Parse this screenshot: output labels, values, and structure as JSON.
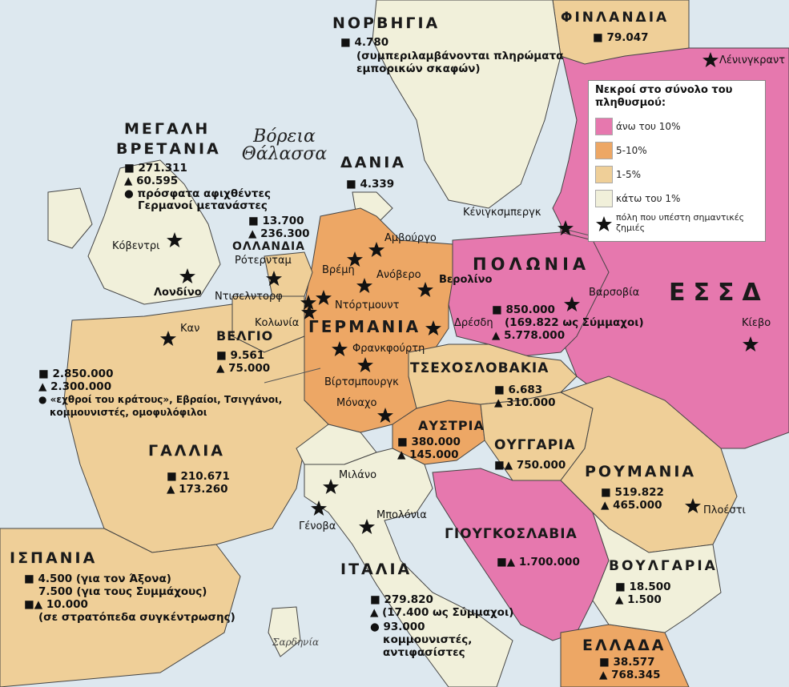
{
  "colors": {
    "sea": "#dde8ef",
    "over10": "#e678ae",
    "p5to10": "#eda765",
    "p1to5": "#efcf98",
    "under1": "#f1f0da",
    "border": "#444444"
  },
  "legend": {
    "title": "Νεκροί στο σύνολο του πληθυσμού:",
    "items": [
      {
        "label": "άνω του 10%",
        "color": "#e678ae"
      },
      {
        "label": "5-10%",
        "color": "#eda765"
      },
      {
        "label": "1-5%",
        "color": "#efcf98"
      },
      {
        "label": "κάτω του 1%",
        "color": "#f1f0da"
      },
      {
        "label": "πόλη που υπέστη σημαντικές ζημιές",
        "icon": "star-icon"
      }
    ]
  },
  "sea_label": "Βόρεια Θάλασσα",
  "sardinia_label": "Σαρδηνία",
  "countries": {
    "norway": {
      "name": "ΝΟΡΒΗΓΙΑ",
      "lines": [
        "■ 4.780",
        "(συμπεριλαμβάνονται πληρώματα",
        "εμπορικών σκαφών)"
      ]
    },
    "finland": {
      "name": "ΦΙΝΛΑΝΔΙΑ",
      "lines": [
        "■ 79.047"
      ]
    },
    "britain_1": "ΜΕΓΑΛΗ",
    "britain_2": "ΒΡΕΤΑΝΙΑ",
    "britain_lines": [
      "■ 271.311",
      "▲ 60.595",
      "● πρόσφατα αφιχθέντες",
      "Γερμανοί μετανάστες"
    ],
    "denmark": {
      "name": "ΔΑΝΙΑ",
      "lines": [
        "■ 4.339"
      ]
    },
    "netherlands": {
      "name": "ΟΛΛΑΝΔΙΑ",
      "lines": [
        "■ 13.700",
        "▲ 236.300"
      ]
    },
    "poland": {
      "name": "ΠΟΛΩΝΙΑ",
      "lines": [
        "■ 850.000",
        "(169.822 ως Σύμμαχοι)",
        "▲ 5.778.000"
      ]
    },
    "ussr": {
      "name": "ΕΣΣΔ"
    },
    "germany": {
      "name": "ΓΕΡΜΑΝΙΑ"
    },
    "belgium": {
      "name": "ΒΕΛΓΙΟ",
      "lines": [
        "■ 9.561",
        "▲ 75.000"
      ]
    },
    "germany_stats": [
      "■ 2.850.000",
      "▲ 2.300.000",
      "● «εχθροί του κράτους», Εβραίοι, Τσιγγάνοι,",
      "κομμουνιστές, ομοφυλόφιλοι"
    ],
    "czechoslovakia": {
      "name": "ΤΣΕΧΟΣΛΟΒΑΚΙΑ",
      "lines": [
        "■ 6.683",
        "▲ 310.000"
      ]
    },
    "austria": {
      "name": "ΑΥΣΤΡΙΑ",
      "lines": [
        "■ 380.000",
        "▲ 145.000"
      ]
    },
    "hungary": {
      "name": "ΟΥΓΓΑΡΙΑ",
      "lines": [
        "■▲ 750.000"
      ]
    },
    "romania": {
      "name": "ΡΟΥΜΑΝΙΑ",
      "lines": [
        "■ 519.822",
        "▲ 465.000"
      ]
    },
    "france": {
      "name": "ΓΑΛΛΙΑ",
      "lines": [
        "■ 210.671",
        "▲ 173.260"
      ]
    },
    "yugoslavia": {
      "name": "ΓΙΟΥΓΚΟΣΛΑΒΙΑ",
      "lines": [
        "■▲ 1.700.000"
      ]
    },
    "bulgaria": {
      "name": "ΒΟΥΛΓΑΡΙΑ",
      "lines": [
        "■ 18.500",
        "▲ 1.500"
      ]
    },
    "spain": {
      "name": "ΙΣΠΑΝΙΑ",
      "lines": [
        "■ 4.500 (για τον Άξονα)",
        "7.500 (για τους Συμμάχους)",
        "■▲ 10.000",
        "(σε στρατόπεδα συγκέντρωσης)"
      ]
    },
    "italy": {
      "name": "ΙΤΑΛΙΑ",
      "lines": [
        "■ 279.820",
        "▲ (17.400 ως Σύμμαχοι)",
        "● 93.000",
        "κομμουνιστές,",
        "αντιφασίστες"
      ]
    },
    "greece": {
      "name": "ΕΛΛΑΔΑ",
      "lines": [
        "■ 38.577",
        "▲ 768.345"
      ]
    }
  },
  "cities": [
    {
      "id": "leningrad",
      "name": "Λένινγκραντ",
      "star": true
    },
    {
      "id": "konigsberg",
      "name": "Κένιγκσμπεργκ",
      "star": true
    },
    {
      "id": "coventry",
      "name": "Κόβεντρι",
      "star": true
    },
    {
      "id": "london",
      "name": "Λονδίνο",
      "star": true
    },
    {
      "id": "rotterdam",
      "name": "Ρότερνταμ",
      "star": true
    },
    {
      "id": "hamburg",
      "name": "Αμβούργο",
      "star": true
    },
    {
      "id": "bremen",
      "name": "Βρέμη",
      "star": true
    },
    {
      "id": "hanover",
      "name": "Ανόβερο",
      "star": true
    },
    {
      "id": "berlin",
      "name": "Βερολίνο",
      "star": true
    },
    {
      "id": "warsaw",
      "name": "Βαρσοβία",
      "star": true
    },
    {
      "id": "dusseldorf",
      "name": "Ντισελντορφ",
      "star": true
    },
    {
      "id": "dortmund",
      "name": "Ντόρτμουντ",
      "star": true
    },
    {
      "id": "cologne",
      "name": "Κολωνία",
      "star": true
    },
    {
      "id": "caen",
      "name": "Καν",
      "star": true
    },
    {
      "id": "dresden",
      "name": "Δρέσδη",
      "star": true
    },
    {
      "id": "frankfurt",
      "name": "Φρανκφούρτη",
      "star": true
    },
    {
      "id": "wurzburg",
      "name": "Βίρτσμπουργκ",
      "star": true
    },
    {
      "id": "munich",
      "name": "Μόναχο",
      "star": true
    },
    {
      "id": "kiev",
      "name": "Κίεβο",
      "star": true
    },
    {
      "id": "milan",
      "name": "Μιλάνο",
      "star": true
    },
    {
      "id": "genoa",
      "name": "Γένοβα",
      "star": true
    },
    {
      "id": "bologna",
      "name": "Μπολόνια",
      "star": true
    },
    {
      "id": "ploiesti",
      "name": "Πλοέστι",
      "star": true
    }
  ]
}
